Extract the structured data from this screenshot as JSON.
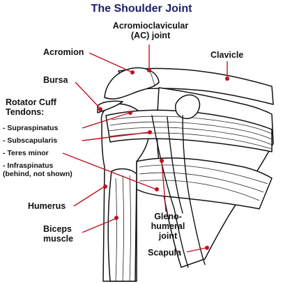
{
  "title": "The Shoulder Joint",
  "colors": {
    "title": "#1a1f6e",
    "leader": "#c0111f",
    "line_art": "#111111",
    "background": "#ffffff"
  },
  "labels": {
    "ac_joint": [
      "Acromioclavicular",
      "(AC) joint"
    ],
    "acromion": "Acromion",
    "clavicle": "Clavicle",
    "bursa": "Bursa",
    "rotator_cuff": [
      "Rotator Cuff",
      "Tendons:"
    ],
    "supraspinatus": "- Supraspinatus",
    "subscapularis": "- Subscapularis",
    "teres_minor": "- Teres minor",
    "infraspinatus": [
      "- Infraspinatus",
      "(behind, not shown)"
    ],
    "humerus": "Humerus",
    "biceps": [
      "Biceps",
      "muscle"
    ],
    "glenohumeral": [
      "Gleno-",
      "humeral",
      "joint"
    ],
    "scapula": "Scapula"
  }
}
